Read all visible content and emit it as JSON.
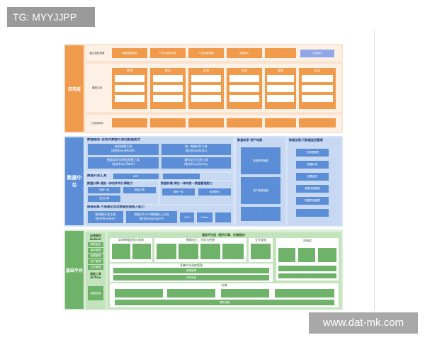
{
  "tag": "TG: MYYJJPP",
  "watermark": "www.dat-mk.com",
  "apps": {
    "side_label": "应用层",
    "scene_label": "重点突破场景",
    "scenes": [
      "智能营销服务",
      "产品与服务分析",
      "产品运营数据",
      "运营中心",
      "..."
    ],
    "scene_extra": "平台能力",
    "model_label": "模型应用",
    "model_heads": [
      "营销",
      "服务",
      "运营",
      "风控",
      "管理",
      "财务"
    ],
    "tool_label": "工具化体系",
    "tools": [
      "",
      "",
      "",
      "",
      "",
      ""
    ]
  },
  "mid": {
    "side_label": "数据中台",
    "svc_title": "数据服务-自助式数据可视化配置能力",
    "svc_left_1a": "自助建模工具",
    "svc_left_1b": "（取名EasyModel）",
    "svc_left_2a": "数据实时可视化配置工具",
    "svc_left_2b": "（取名EasyTable）",
    "svc_right_1a": "统一数据API工具",
    "svc_right_1b": "（取名EasyData）",
    "svc_right_2a": "重构交互分析工具",
    "svc_right_2b": "（取名EasyQuery）",
    "dev_title": "数据开发工具",
    "dev_tag": "DBT",
    "calc_title": "数据计算-流批一体的实时计算能力",
    "calc_cells": [
      "流批一体",
      "批量计算",
      "流式计算"
    ],
    "store_title": "数据存储-湖仓一体的统一数据管理能力",
    "store_cells": [
      "湖仓一体",
      "传统数仓"
    ],
    "ingest_title": "数据采集-大规模全类型数据快速接入能力",
    "ingest_a1": "新数据开发工具",
    "ingest_a2": "（取名Plumber）",
    "ingest_b1": "数据可Excel数据接入工具",
    "ingest_b2": "（取名EasyImport）",
    "ingest_c": "CCH",
    "ingest_d": "Flask",
    "ingest_e": "...",
    "asset_title": "数据体系-资产地图",
    "asset_cells": [
      "数据资源地图",
      "资产数据地图",
      "..."
    ],
    "gov_title": "数据治理-元数据监控管理",
    "gov_cells": [
      "元数据管理",
      "数据标准",
      "数据监控",
      "数据评级管理",
      "数据质量管理",
      "..."
    ]
  },
  "infra": {
    "side_label": "基础平台",
    "top_title": "基础平台层（提供计算、存储服务）",
    "left_label_1": "运维管控",
    "left_label_2": "Ambari",
    "left_items": [
      "集群监控",
      "服务管理",
      "配置管理",
      "用户管理",
      "日志管理"
    ],
    "left_label_3": "调度工具",
    "left_label_4": "Airflow",
    "left_bottom": "数据血缘",
    "g1_title": "实时数据处理与查询",
    "g2_title": "数据加工、分析与挖掘",
    "g3_title": "交互查询",
    "g4_title": "资源层",
    "row_title": "多集中式调度管理",
    "stripe1": "资源管理",
    "stripe2": "文件系统",
    "stripe3": "存储",
    "bottom": "硬件设备",
    "tail": "..."
  }
}
